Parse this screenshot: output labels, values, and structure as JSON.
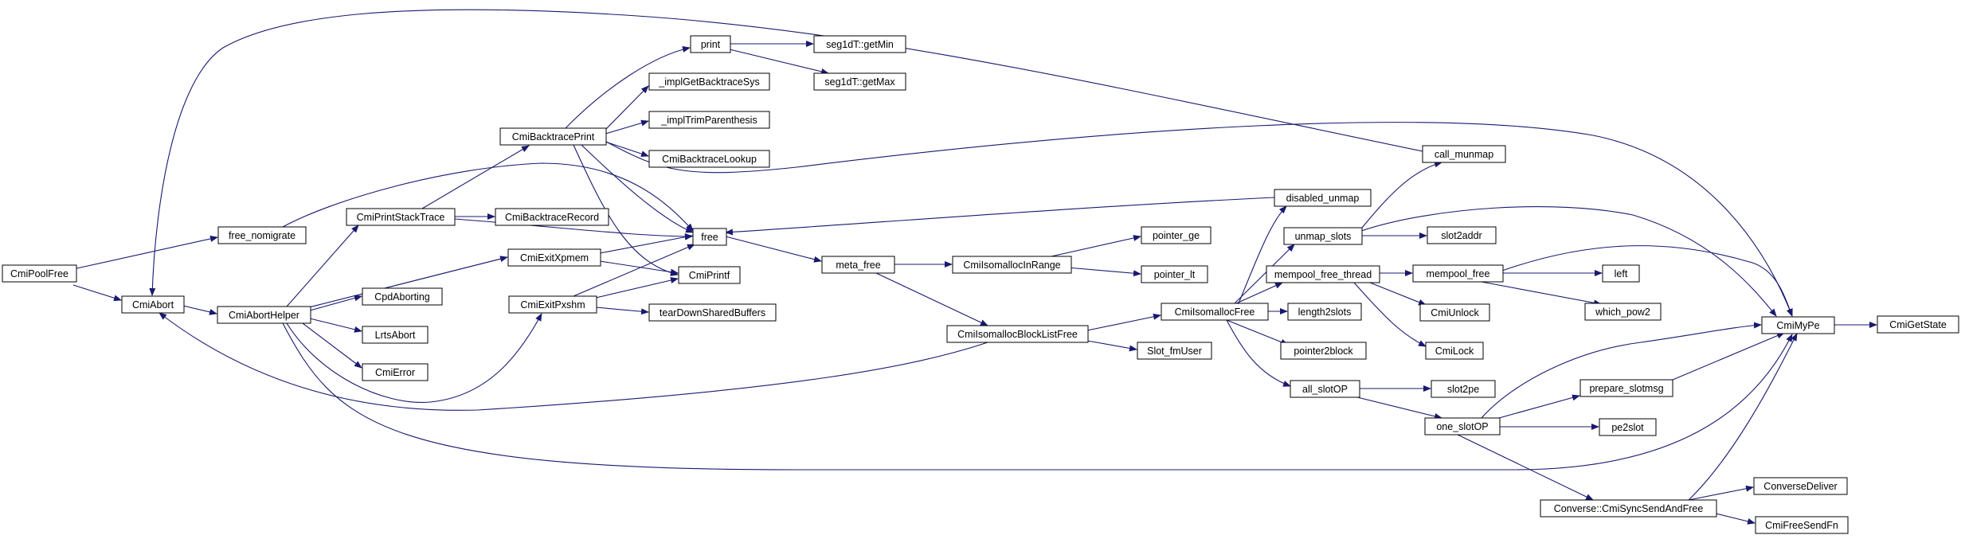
{
  "colors": {
    "edge": "#191970",
    "node_border": "#000000",
    "node_fill": "#ffffff",
    "root_fill": "#bfbfbf",
    "truncated_border": "#ff0000",
    "background": "#ffffff"
  },
  "nodes": [
    {
      "id": "CmiPoolFree",
      "label": "CmiPoolFree",
      "style": "root"
    },
    {
      "id": "CmiAbort",
      "label": "CmiAbort"
    },
    {
      "id": "free_nomigrate",
      "label": "free_nomigrate"
    },
    {
      "id": "CmiAbortHelper",
      "label": "CmiAbortHelper"
    },
    {
      "id": "CmiPrintStackTrace",
      "label": "CmiPrintStackTrace"
    },
    {
      "id": "CmiExitXpmem",
      "label": "CmiExitXpmem"
    },
    {
      "id": "CmiExitPxshm",
      "label": "CmiExitPxshm"
    },
    {
      "id": "CpdAborting",
      "label": "CpdAborting"
    },
    {
      "id": "LrtsAbort",
      "label": "LrtsAbort"
    },
    {
      "id": "CmiError",
      "label": "CmiError"
    },
    {
      "id": "CmiBacktracePrint",
      "label": "CmiBacktracePrint"
    },
    {
      "id": "CmiBacktraceRecord",
      "label": "CmiBacktraceRecord"
    },
    {
      "id": "print",
      "label": "print"
    },
    {
      "id": "_implGetBacktraceSys",
      "label": "_implGetBacktraceSys"
    },
    {
      "id": "_implTrimParenthesis",
      "label": "_implTrimParenthesis"
    },
    {
      "id": "CmiBacktraceLookup",
      "label": "CmiBacktraceLookup"
    },
    {
      "id": "free",
      "label": "free"
    },
    {
      "id": "CmiPrintf",
      "label": "CmiPrintf"
    },
    {
      "id": "tearDownSharedBuffers",
      "label": "tearDownSharedBuffers"
    },
    {
      "id": "seg1dT_getMin",
      "label": "seg1dT::getMin"
    },
    {
      "id": "seg1dT_getMax",
      "label": "seg1dT::getMax"
    },
    {
      "id": "meta_free",
      "label": "meta_free"
    },
    {
      "id": "CmiIsomallocInRange",
      "label": "CmiIsomallocInRange"
    },
    {
      "id": "pointer_ge",
      "label": "pointer_ge"
    },
    {
      "id": "pointer_lt",
      "label": "pointer_lt"
    },
    {
      "id": "CmiIsomallocBlockListFree",
      "label": "CmiIsomallocBlockListFree"
    },
    {
      "id": "CmiIsomallocFree",
      "label": "CmiIsomallocFree"
    },
    {
      "id": "Slot_fmUser",
      "label": "Slot_fmUser"
    },
    {
      "id": "disabled_unmap",
      "label": "disabled_unmap"
    },
    {
      "id": "unmap_slots",
      "label": "unmap_slots"
    },
    {
      "id": "mempool_free_thread",
      "label": "mempool_free_thread"
    },
    {
      "id": "length2slots",
      "label": "length2slots"
    },
    {
      "id": "pointer2block",
      "label": "pointer2block"
    },
    {
      "id": "all_slotOP",
      "label": "all_slotOP"
    },
    {
      "id": "call_munmap",
      "label": "call_munmap"
    },
    {
      "id": "slot2addr",
      "label": "slot2addr"
    },
    {
      "id": "mempool_free",
      "label": "mempool_free"
    },
    {
      "id": "CmiUnlock",
      "label": "CmiUnlock"
    },
    {
      "id": "CmiLock",
      "label": "CmiLock"
    },
    {
      "id": "slot2pe",
      "label": "slot2pe"
    },
    {
      "id": "one_slotOP",
      "label": "one_slotOP"
    },
    {
      "id": "pe2slot",
      "label": "pe2slot"
    },
    {
      "id": "prepare_slotmsg",
      "label": "prepare_slotmsg",
      "style": "truncated"
    },
    {
      "id": "left",
      "label": "left"
    },
    {
      "id": "which_pow2",
      "label": "which_pow2"
    },
    {
      "id": "CmiMyPe",
      "label": "CmiMyPe"
    },
    {
      "id": "CmiGetState",
      "label": "CmiGetState"
    },
    {
      "id": "CmiSyncSendAndFree",
      "label": "Converse::CmiSyncSendAndFree"
    },
    {
      "id": "ConverseDeliver",
      "label": "ConverseDeliver"
    },
    {
      "id": "CmiFreeSendFn",
      "label": "CmiFreeSendFn",
      "style": "truncated"
    }
  ],
  "edges": [
    {
      "from": "CmiPoolFree",
      "to": "free_nomigrate"
    },
    {
      "from": "CmiPoolFree",
      "to": "CmiAbort"
    },
    {
      "from": "free_nomigrate",
      "to": "free"
    },
    {
      "from": "CmiAbort",
      "to": "CmiAbortHelper"
    },
    {
      "from": "CmiAbortHelper",
      "to": "CmiPrintStackTrace"
    },
    {
      "from": "CmiAbortHelper",
      "to": "CmiExitXpmem"
    },
    {
      "from": "CmiAbortHelper",
      "to": "CmiExitPxshm"
    },
    {
      "from": "CmiAbortHelper",
      "to": "CpdAborting"
    },
    {
      "from": "CmiAbortHelper",
      "to": "LrtsAbort"
    },
    {
      "from": "CmiAbortHelper",
      "to": "CmiError"
    },
    {
      "from": "CmiAbortHelper",
      "to": "CmiMyPe"
    },
    {
      "from": "CmiPrintStackTrace",
      "to": "CmiBacktracePrint"
    },
    {
      "from": "CmiPrintStackTrace",
      "to": "CmiBacktraceRecord"
    },
    {
      "from": "CmiPrintStackTrace",
      "to": "free"
    },
    {
      "from": "CmiBacktracePrint",
      "to": "print"
    },
    {
      "from": "CmiBacktracePrint",
      "to": "_implGetBacktraceSys"
    },
    {
      "from": "CmiBacktracePrint",
      "to": "_implTrimParenthesis"
    },
    {
      "from": "CmiBacktracePrint",
      "to": "CmiBacktraceLookup"
    },
    {
      "from": "CmiBacktracePrint",
      "to": "free"
    },
    {
      "from": "CmiBacktracePrint",
      "to": "CmiPrintf"
    },
    {
      "from": "CmiBacktracePrint",
      "to": "CmiMyPe"
    },
    {
      "from": "print",
      "to": "seg1dT_getMin"
    },
    {
      "from": "print",
      "to": "seg1dT_getMax"
    },
    {
      "from": "CmiExitXpmem",
      "to": "free"
    },
    {
      "from": "CmiExitXpmem",
      "to": "CmiPrintf"
    },
    {
      "from": "CmiExitPxshm",
      "to": "free"
    },
    {
      "from": "CmiExitPxshm",
      "to": "CmiPrintf"
    },
    {
      "from": "CmiExitPxshm",
      "to": "tearDownSharedBuffers"
    },
    {
      "from": "free",
      "to": "meta_free"
    },
    {
      "from": "meta_free",
      "to": "CmiIsomallocInRange"
    },
    {
      "from": "meta_free",
      "to": "CmiIsomallocBlockListFree"
    },
    {
      "from": "CmiIsomallocInRange",
      "to": "pointer_ge"
    },
    {
      "from": "CmiIsomallocInRange",
      "to": "pointer_lt"
    },
    {
      "from": "CmiIsomallocBlockListFree",
      "to": "CmiAbort"
    },
    {
      "from": "CmiIsomallocBlockListFree",
      "to": "CmiIsomallocFree"
    },
    {
      "from": "CmiIsomallocBlockListFree",
      "to": "Slot_fmUser"
    },
    {
      "from": "CmiIsomallocFree",
      "to": "disabled_unmap"
    },
    {
      "from": "CmiIsomallocFree",
      "to": "unmap_slots"
    },
    {
      "from": "CmiIsomallocFree",
      "to": "mempool_free_thread"
    },
    {
      "from": "CmiIsomallocFree",
      "to": "length2slots"
    },
    {
      "from": "CmiIsomallocFree",
      "to": "pointer2block"
    },
    {
      "from": "CmiIsomallocFree",
      "to": "all_slotOP"
    },
    {
      "from": "disabled_unmap",
      "to": "free"
    },
    {
      "from": "unmap_slots",
      "to": "call_munmap"
    },
    {
      "from": "unmap_slots",
      "to": "slot2addr"
    },
    {
      "from": "unmap_slots",
      "to": "CmiMyPe"
    },
    {
      "from": "call_munmap",
      "to": "CmiAbort"
    },
    {
      "from": "mempool_free_thread",
      "to": "mempool_free"
    },
    {
      "from": "mempool_free_thread",
      "to": "CmiUnlock"
    },
    {
      "from": "mempool_free_thread",
      "to": "CmiLock"
    },
    {
      "from": "mempool_free",
      "to": "CmiMyPe"
    },
    {
      "from": "mempool_free",
      "to": "left"
    },
    {
      "from": "mempool_free",
      "to": "which_pow2"
    },
    {
      "from": "all_slotOP",
      "to": "slot2pe"
    },
    {
      "from": "all_slotOP",
      "to": "one_slotOP"
    },
    {
      "from": "one_slotOP",
      "to": "CmiMyPe"
    },
    {
      "from": "one_slotOP",
      "to": "prepare_slotmsg"
    },
    {
      "from": "one_slotOP",
      "to": "pe2slot"
    },
    {
      "from": "one_slotOP",
      "to": "CmiSyncSendAndFree"
    },
    {
      "from": "prepare_slotmsg",
      "to": "CmiMyPe"
    },
    {
      "from": "CmiSyncSendAndFree",
      "to": "ConverseDeliver"
    },
    {
      "from": "CmiSyncSendAndFree",
      "to": "CmiFreeSendFn"
    },
    {
      "from": "CmiSyncSendAndFree",
      "to": "CmiMyPe"
    },
    {
      "from": "CmiMyPe",
      "to": "CmiGetState"
    }
  ]
}
